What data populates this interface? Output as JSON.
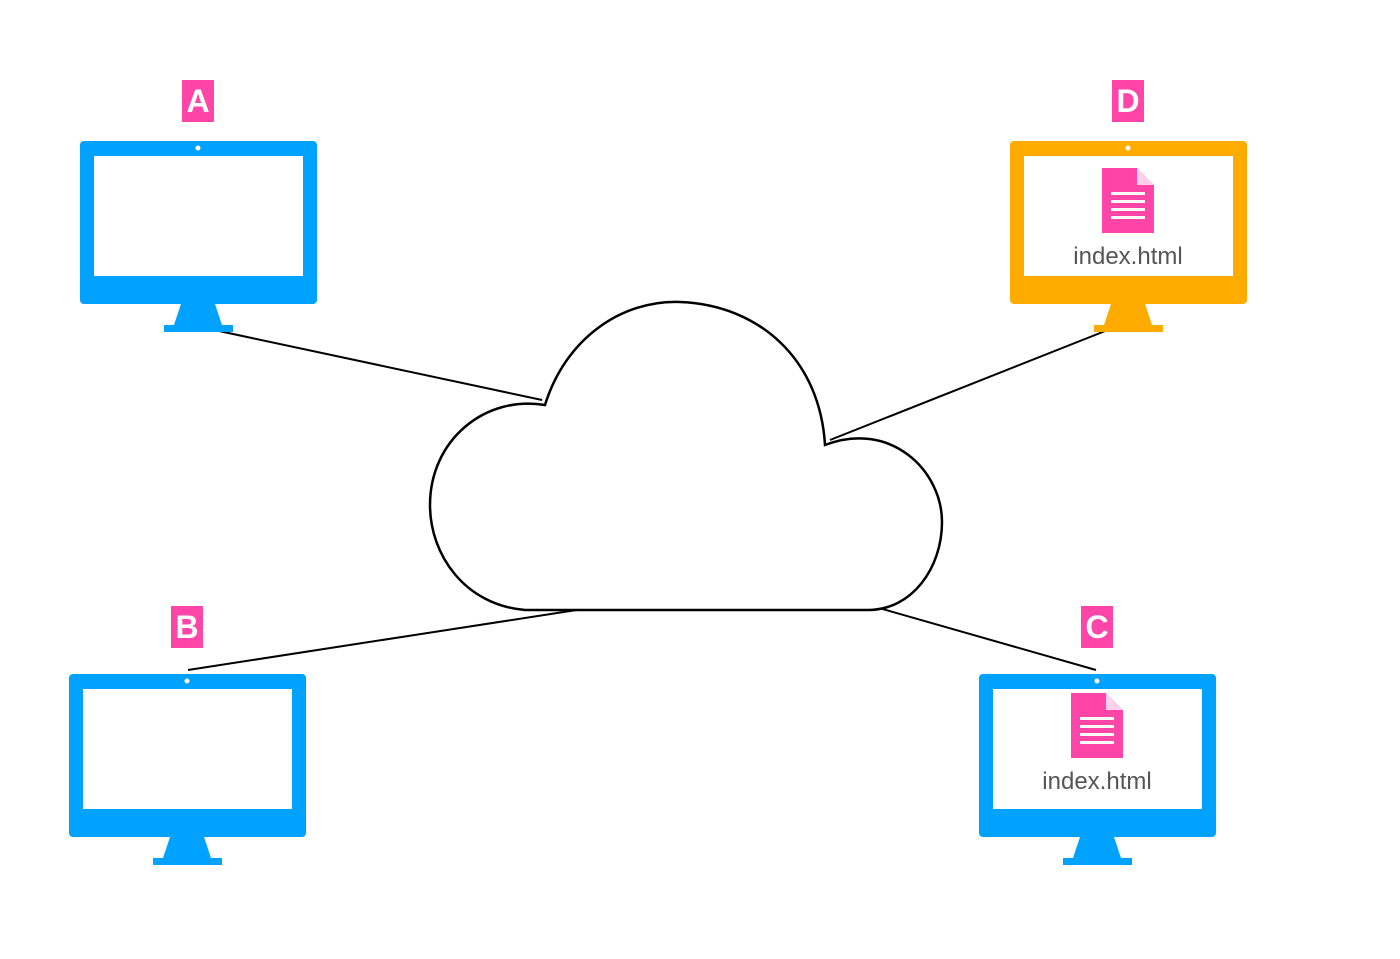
{
  "colors": {
    "computer_default": "#00a2ff",
    "computer_highlight": "#ffab00",
    "label_bg": "#ff46a8",
    "file_icon": "#ff46a8",
    "file_text": "#555555",
    "screen": "#ffffff",
    "line": "#000000",
    "cloud_stroke": "#000000"
  },
  "nodes": [
    {
      "id": "a",
      "label": "A",
      "color_key": "computer_default",
      "has_file": false
    },
    {
      "id": "d",
      "label": "D",
      "color_key": "computer_highlight",
      "has_file": true,
      "file": {
        "icon": "file-document-icon",
        "name": "index.html"
      }
    },
    {
      "id": "b",
      "label": "B",
      "color_key": "computer_default",
      "has_file": false
    },
    {
      "id": "c",
      "label": "C",
      "color_key": "computer_default",
      "has_file": true,
      "file": {
        "icon": "file-document-icon",
        "name": "index.html"
      }
    }
  ],
  "network": {
    "icon": "cloud-icon"
  }
}
